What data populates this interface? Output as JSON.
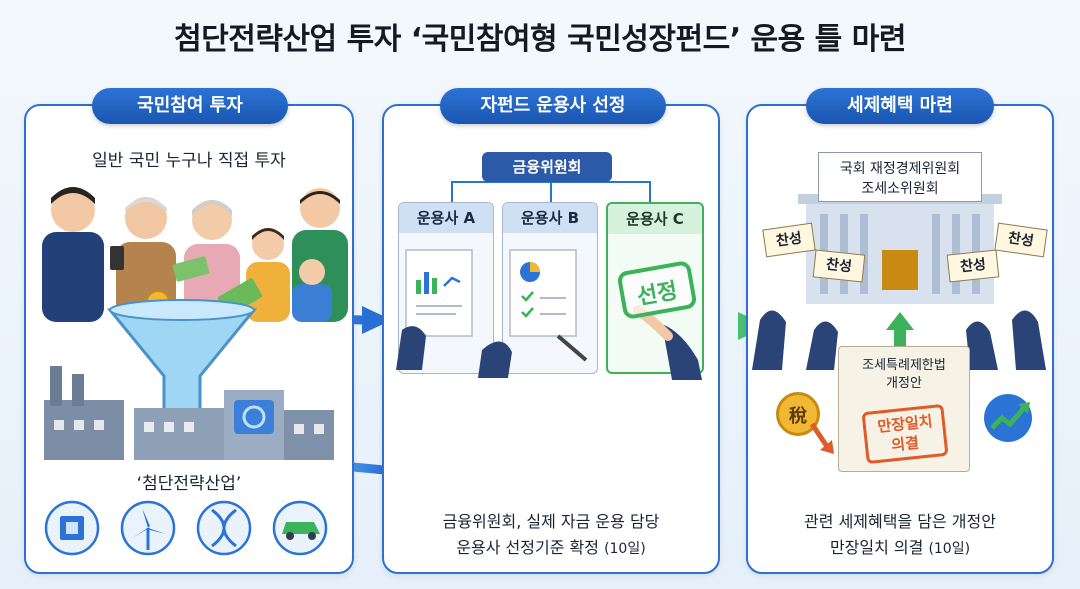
{
  "title": "첨단전략산업 투자 ‘국민참여형 국민성장펀드’ 운용 틀 마련",
  "panels": [
    {
      "heading": "국민참여 투자",
      "subtitle": "일반 국민 누구나 직접 투자",
      "industry_label": "‘첨단전략산업’",
      "icons": [
        "chip-icon",
        "wind-turbine-icon",
        "dna-icon",
        "car-icon"
      ]
    },
    {
      "heading": "자펀드 운용사 선정",
      "org": "금융위원회",
      "managers": [
        {
          "label": "운용사 A",
          "state": "normal"
        },
        {
          "label": "운용사 B",
          "state": "normal"
        },
        {
          "label": "운용사 C",
          "state": "selected"
        }
      ],
      "stamp": "선정",
      "caption_line1": "금융위원회, 실제 자금 운용 담당",
      "caption_line2": "운용사 선정기준 확정",
      "caption_date": "(10일)"
    },
    {
      "heading": "세제혜택 마련",
      "committee_line1": "국회 재정경제위원회",
      "committee_line2": "조세소위원회",
      "signs": [
        "찬성",
        "찬성",
        "찬성",
        "찬성"
      ],
      "bill_line1": "조세특례제한법",
      "bill_line2": "개정안",
      "bill_stamp_line1": "만장일치",
      "bill_stamp_line2": "의결",
      "tax_char": "稅",
      "caption_line1": "관련 세제혜택을 담은 개정안",
      "caption_line2": "만장일치 의결",
      "caption_date": "(10일)"
    }
  ],
  "colors": {
    "accent_blue": "#2c73d6",
    "selected_green": "#3cb25a",
    "stamp_red": "#e05a2a"
  }
}
